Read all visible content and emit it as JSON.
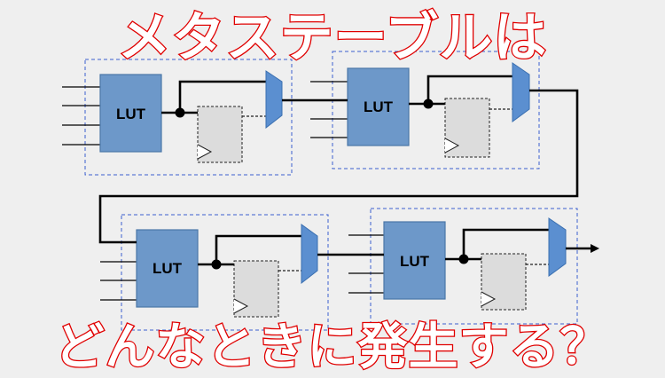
{
  "title": "メタステーブルは",
  "question": "どんなときに発生する？",
  "lut_label": "LUT",
  "colors": {
    "background": "#efefef",
    "lut_fill": "#6d98c9",
    "lut_border": "#4a77a8",
    "mux_fill": "#5b8fd0",
    "flipflop_fill": "#dcdcdc",
    "cell_border": "#3b5fcf",
    "title_outline": "#e00000",
    "title_fill": "#ffffff",
    "wire": "#000000"
  }
}
